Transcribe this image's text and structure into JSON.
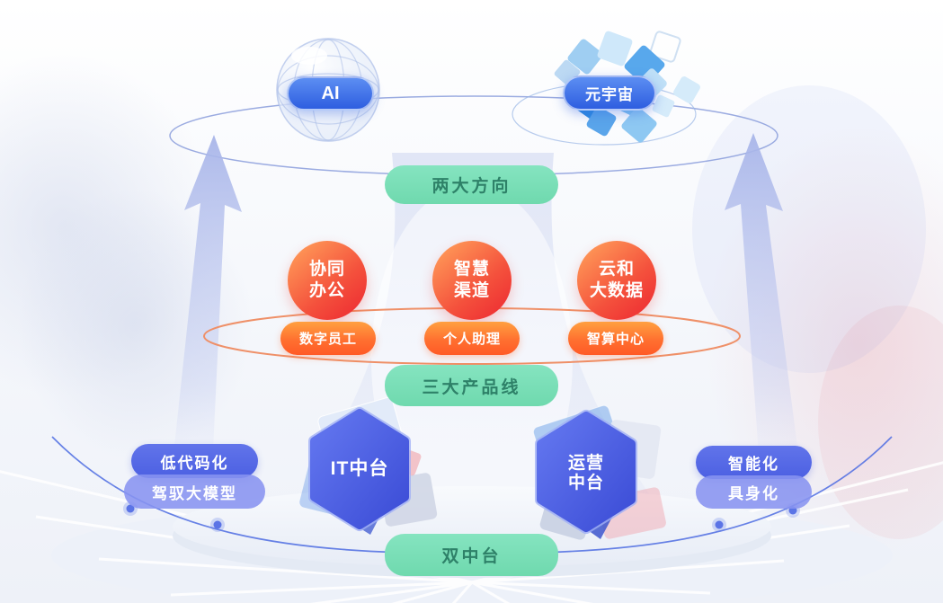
{
  "directions": {
    "ai_label": "AI",
    "metaverse_label": "元宇宙",
    "band": "两大方向"
  },
  "product_lines": {
    "circles": [
      {
        "line1": "协同",
        "line2": "办公",
        "tag": "数字员工"
      },
      {
        "line1": "智慧",
        "line2": "渠道",
        "tag": "个人助理"
      },
      {
        "line1": "云和",
        "line2": "大数据",
        "tag": "智算中心"
      }
    ],
    "band": "三大产品线"
  },
  "middle_platforms": {
    "left_capabilities": [
      "低代码化",
      "驾驭大模型"
    ],
    "hexagons": [
      {
        "line1": "IT中台",
        "line2": ""
      },
      {
        "line1": "运营",
        "line2": "中台"
      }
    ],
    "right_capabilities": [
      "智能化",
      "具身化"
    ],
    "band": "双中台"
  },
  "colors": {
    "band_bg": "#6FD9AE",
    "band_text": "#2E8168",
    "circle_gradient_start": "#FF9A58",
    "circle_gradient_end": "#EE2F33",
    "tag_gradient_start": "#FFA040",
    "tag_gradient_end": "#FF5A26",
    "blue_pill_start": "#5C8EF2",
    "blue_pill_end": "#2E5EE0",
    "hexagon_start": "#6478F0",
    "hexagon_end": "#3B4CD6",
    "capability_dark": "#5568E6",
    "capability_light": "#8793F0",
    "orbit_blue": "#4E6CE2",
    "orbit_orange": "#EF9068"
  }
}
